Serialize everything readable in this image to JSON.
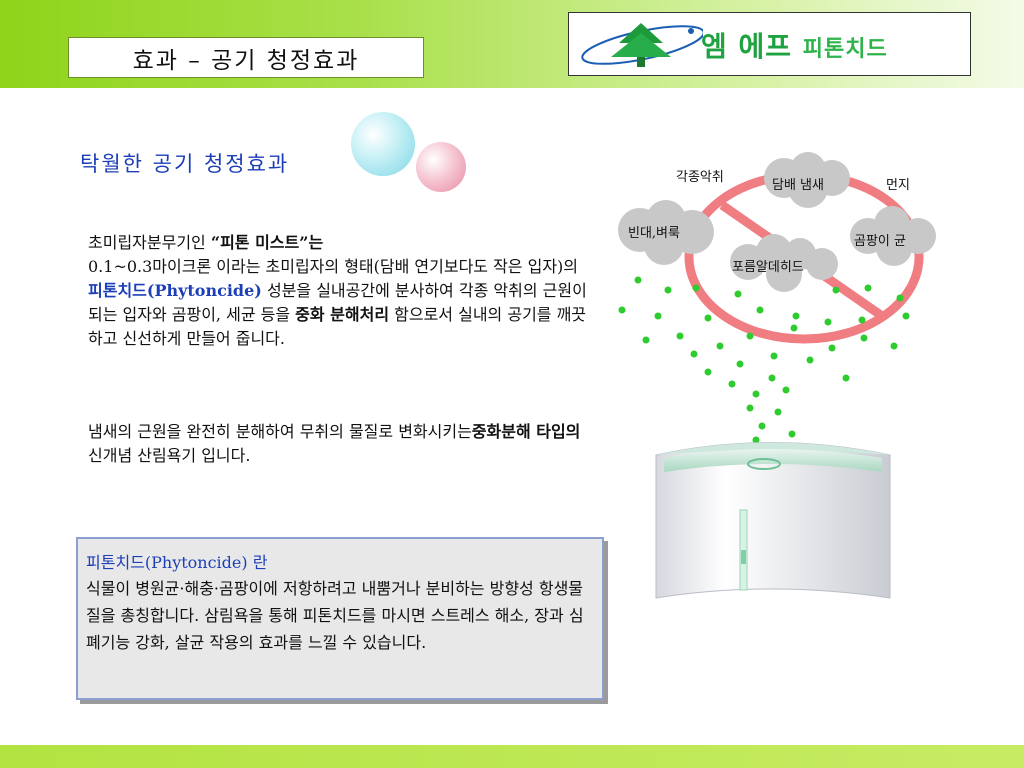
{
  "header": {
    "title": "효과 – 공기 청정효과",
    "logo_main": "엠 에프",
    "logo_sub": "피톤치드"
  },
  "subtitle": "탁월한 공기 청정효과",
  "paragraph1": {
    "t1": "초미립자분무기인 ",
    "q1": "“",
    "product": "피톤 미스트",
    "q2": "”는",
    "t2": "0.1~0.3마이크론 이라는 초미립자의 형태(담배 연기보다도 작은 입자)의 ",
    "phyto": "피톤치드(Phytoncide)",
    "t3": " 성분을 실내공간에 분사하여 각종 악취의 근원이 되는  입자와 곰팡이, 세균 등을 ",
    "bold": "중화 분해처리",
    "t4": " 함으로서 실내의 공기를  깨끗하고 신선하게 만들어 줍니다."
  },
  "paragraph2": {
    "t1": "냄새의 근원을 완전히 분해하여 무취의 물질로 변화시키는",
    "bold": "중화분해 타입의",
    "t2": " 신개념 산림욕기 입니다."
  },
  "info_box": {
    "heading": "피톤치드(Phytoncide) 란",
    "body": "식물이 병원균·해충·곰팡이에 저항하려고 내뿜거나 분비하는 방향성 항생물질을 총칭합니다. 삼림욕을 통해 피톤치드를 마시면 스트레스 해소, 장과 심폐기능  강화, 살균 작용의 효과를 느낄 수 있습니다."
  },
  "diagram": {
    "labels": {
      "various_odors": "각종악취",
      "cigarette": "담배 냄새",
      "dust": "먼지",
      "bedbug": "빈대,벼룩",
      "mold": "곰팡이 균",
      "formaldehyde": "포름알데히드"
    },
    "colors": {
      "prohibit": "#f07d82",
      "mist": "#2ecc2e",
      "cloud": "#c8c8c8"
    }
  }
}
